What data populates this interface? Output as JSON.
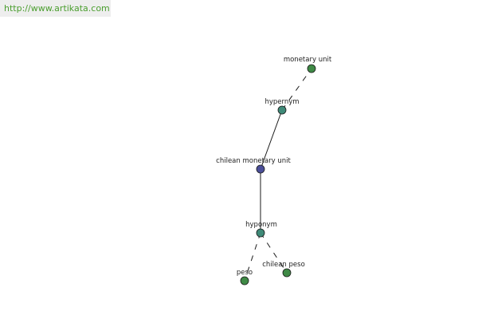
{
  "header": {
    "url_text": "http://www.artikata.com"
  },
  "colors": {
    "root_node": "#4b4f99",
    "relation_node": "#3f8a78",
    "term_node": "#3f8a46",
    "url_text": "#4a9e2e",
    "url_background": "#eeeeee"
  },
  "graph": {
    "nodes": [
      {
        "id": "monetary-unit",
        "label": "monetary unit",
        "kind": "term"
      },
      {
        "id": "hypernym",
        "label": "hypernym",
        "kind": "relation"
      },
      {
        "id": "chilean-monetary-unit",
        "label": "chilean monetary unit",
        "kind": "root"
      },
      {
        "id": "hyponym",
        "label": "hyponym",
        "kind": "relation"
      },
      {
        "id": "peso",
        "label": "peso",
        "kind": "term"
      },
      {
        "id": "chilean-peso",
        "label": "chilean peso",
        "kind": "term"
      }
    ],
    "edges": [
      {
        "from": "chilean-monetary-unit",
        "to": "hypernym",
        "style": "solid"
      },
      {
        "from": "hypernym",
        "to": "monetary-unit",
        "style": "dashed"
      },
      {
        "from": "chilean-monetary-unit",
        "to": "hyponym",
        "style": "solid"
      },
      {
        "from": "hyponym",
        "to": "peso",
        "style": "dashed"
      },
      {
        "from": "hyponym",
        "to": "chilean-peso",
        "style": "dashed"
      }
    ]
  }
}
